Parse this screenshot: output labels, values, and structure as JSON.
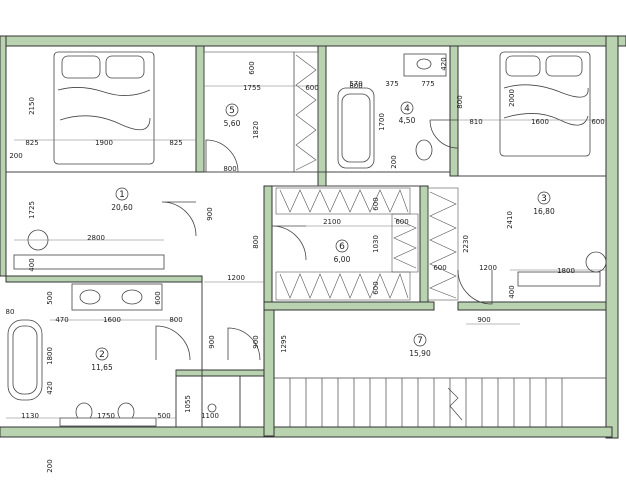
{
  "rooms": [
    {
      "num": "1",
      "area": "20,60"
    },
    {
      "num": "2",
      "area": "11,65"
    },
    {
      "num": "3",
      "area": "16,80"
    },
    {
      "num": "4",
      "area": "4,50"
    },
    {
      "num": "5",
      "area": "5,60"
    },
    {
      "num": "6",
      "area": "6,00"
    },
    {
      "num": "7",
      "area": "15,90"
    }
  ],
  "dims": [
    "600",
    "1755",
    "600",
    "1820",
    "800",
    "570",
    "375",
    "420",
    "800",
    "1700",
    "200",
    "775",
    "800",
    "810",
    "1600",
    "600",
    "2000",
    "2150",
    "825",
    "1900",
    "825",
    "200",
    "1725",
    "2800",
    "400",
    "900",
    "2100",
    "600",
    "600",
    "1030",
    "600",
    "800",
    "1200",
    "2230",
    "600",
    "1200",
    "2410",
    "1800",
    "400",
    "900",
    "500",
    "470",
    "1600",
    "600",
    "80",
    "800",
    "900",
    "900",
    "1295",
    "1800",
    "420",
    "1130",
    "1750",
    "500",
    "1055",
    "1100",
    "200"
  ],
  "colors": {
    "wall": "#b9d3b0",
    "wallStroke": "#333333",
    "line": "#444444",
    "dim": "#555555"
  }
}
